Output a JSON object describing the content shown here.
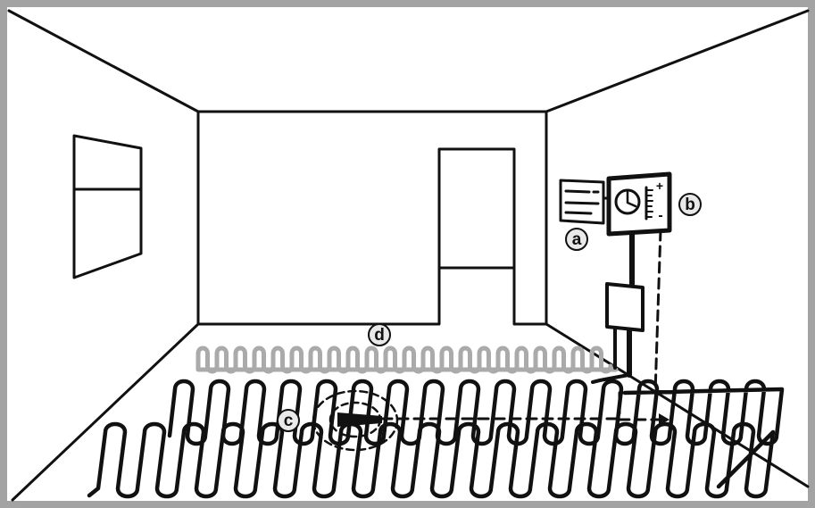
{
  "colors": {
    "frame": "#a3a3a3",
    "line": "#111111",
    "cable_light": "#aaaaaa",
    "badge_fill": "#e9e9e9",
    "background": "#ffffff"
  },
  "labels": {
    "a": "a",
    "b": "b",
    "c": "c",
    "d": "d"
  },
  "thermostat": {
    "plus": "+",
    "minus": "-"
  },
  "icons": [
    "clock-icon",
    "level-scale-icon"
  ]
}
